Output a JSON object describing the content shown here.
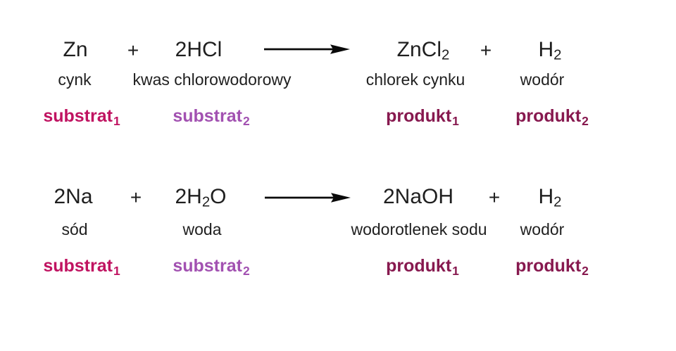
{
  "colors": {
    "text": "#1f1f1f",
    "arrow": "#0a0a0a",
    "substrat1": "#c01361",
    "substrat2": "#a251b1",
    "produkt": "#87194f"
  },
  "reactions": [
    {
      "equation": {
        "reactant1": {
          "pre": "Zn",
          "sub": "",
          "post": ""
        },
        "plus1": "+",
        "reactant2": {
          "pre": "2HCl",
          "sub": "",
          "post": ""
        },
        "product1": {
          "pre": "ZnCl",
          "sub": "2",
          "post": ""
        },
        "plus2": "+",
        "product2": {
          "pre": "H",
          "sub": "2",
          "post": ""
        }
      },
      "names": {
        "reactant1": "cynk",
        "reactant2": "kwas chlorowodorowy",
        "product1": "chlorek cynku",
        "product2": "wodór"
      },
      "roles": {
        "reactant1": {
          "pre": "substrat",
          "sub": "1"
        },
        "reactant2": {
          "pre": "substrat",
          "sub": "2"
        },
        "product1": {
          "pre": "produkt",
          "sub": "1"
        },
        "product2": {
          "pre": "produkt",
          "sub": "2"
        }
      }
    },
    {
      "equation": {
        "reactant1": {
          "pre": "2Na",
          "sub": "",
          "post": ""
        },
        "plus1": "+",
        "reactant2": {
          "pre": "2H",
          "sub": "2",
          "post": "O"
        },
        "product1": {
          "pre": "2NaOH",
          "sub": "",
          "post": ""
        },
        "plus2": "+",
        "product2": {
          "pre": "H",
          "sub": "2",
          "post": ""
        }
      },
      "names": {
        "reactant1": "sód",
        "reactant2": "woda",
        "product1": "wodorotlenek sodu",
        "product2": "wodór"
      },
      "roles": {
        "reactant1": {
          "pre": "substrat",
          "sub": "1"
        },
        "reactant2": {
          "pre": "substrat",
          "sub": "2"
        },
        "product1": {
          "pre": "produkt",
          "sub": "1"
        },
        "product2": {
          "pre": "produkt",
          "sub": "2"
        }
      }
    }
  ]
}
